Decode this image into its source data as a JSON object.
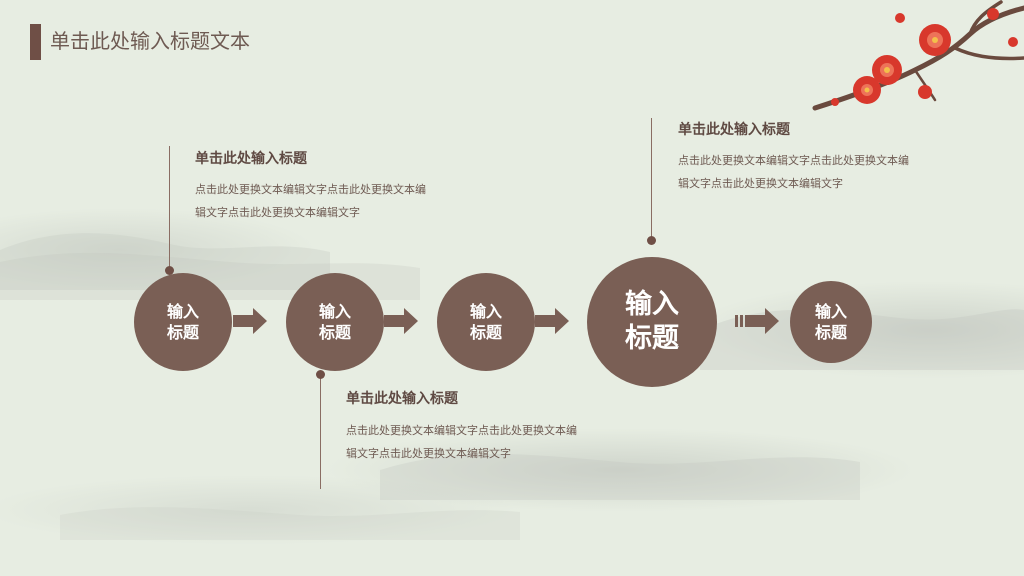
{
  "header": {
    "title": "单击此处输入标题文本"
  },
  "steps": [
    {
      "label": "输入标题"
    },
    {
      "label": "输入标题"
    },
    {
      "label": "输入标题"
    },
    {
      "label": "输入标题"
    },
    {
      "label": "输入标题"
    }
  ],
  "callouts": [
    {
      "title": "单击此处输入标题",
      "text": "点击此处更换文本编辑文字点击此处更换文本编辑文字点击此处更换文本编辑文字"
    },
    {
      "title": "单击此处输入标题",
      "text": "点击此处更换文本编辑文字点击此处更换文本编辑文字点击此处更换文本编辑文字"
    },
    {
      "title": "单击此处输入标题",
      "text": "点击此处更换文本编辑文字点击此处更换文本编辑文字点击此处更换文本编辑文字"
    }
  ],
  "colors": {
    "background": "#e7ede2",
    "accent": "#7a5f55",
    "accent_dark": "#6f4f46",
    "blossom": "#d8382c"
  },
  "icons": {
    "arrow": "arrow-right-icon",
    "decoration": "plum-blossom-branch-icon"
  }
}
